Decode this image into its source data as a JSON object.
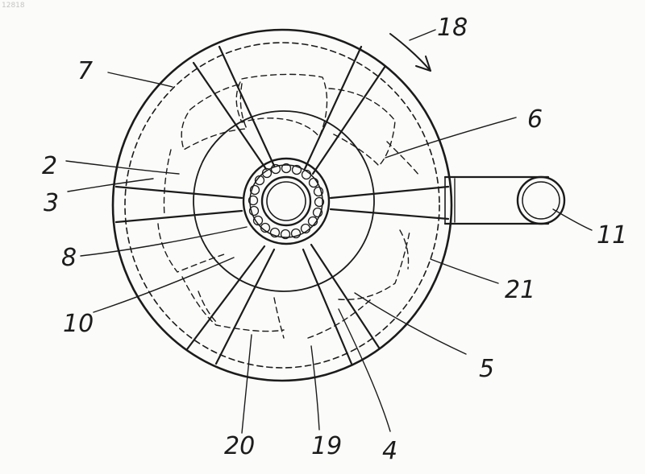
{
  "figure": {
    "corner_id": "12818",
    "labels": {
      "l2": "2",
      "l3": "3",
      "l4": "4",
      "l5": "5",
      "l6": "6",
      "l7": "7",
      "l8": "8",
      "l10": "10",
      "l11": "11",
      "l18": "18",
      "l19": "19",
      "l20": "20",
      "l21": "21"
    }
  }
}
